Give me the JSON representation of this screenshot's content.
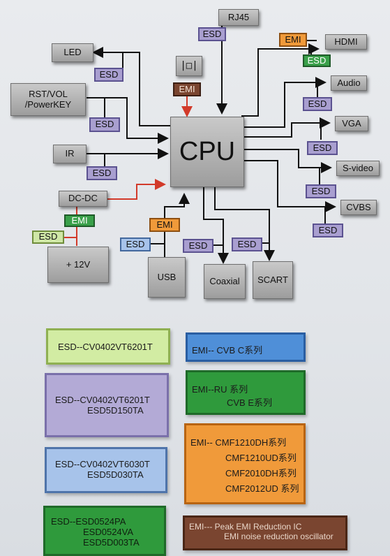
{
  "diagram": {
    "cpu": "CPU",
    "rj45": "RJ45",
    "hdmi": "HDMI",
    "led": "LED",
    "rst": "RST/VOL\n/PowerKEY",
    "audio": "Audio",
    "vga": "VGA",
    "svideo": "S-video",
    "cvbs": "CVBS",
    "ir": "IR",
    "dcdc": "DC-DC",
    "v12": "+ 12V",
    "usb": "USB",
    "coaxial": "Coaxial",
    "scart": "SCART",
    "crystal": "|□|",
    "esd": "ESD",
    "emi": "EMI"
  },
  "legend": {
    "esd_light_green": [
      "ESD--CV0402VT6201T"
    ],
    "esd_purple": [
      "ESD--CV0402VT6201T",
      "ESD5D150TA"
    ],
    "esd_light_blue": [
      "ESD--CV0402VT6030T",
      "ESD5D030TA"
    ],
    "esd_green": [
      "ESD--ESD0524PA",
      "ESD0524VA",
      "ESD5D003TA"
    ],
    "emi_blue": [
      "EMI-- CVB C系列"
    ],
    "emi_green": [
      "EMI--RU 系列",
      "CVB E系列"
    ],
    "emi_orange": [
      "EMI-- CMF1210DH系列",
      "CMF1210UD系列",
      "CMF2010DH系列",
      "CMF2012UD 系列"
    ],
    "emi_brown": [
      "EMI--- Peak EMI Reduction IC",
      "EMI noise reduction oscillator"
    ]
  },
  "colors": {
    "esd_light_green": "#cfe7a6",
    "esd_purple": "#a99fd0",
    "esd_light_blue": "#a7c3ea",
    "esd_green": "#2f9a3c",
    "emi_blue": "#4f8fd8",
    "emi_green": "#2f9a3c",
    "emi_orange": "#f09a3a",
    "emi_brown": "#7a4530",
    "arrow_red": "#d23a2a"
  }
}
